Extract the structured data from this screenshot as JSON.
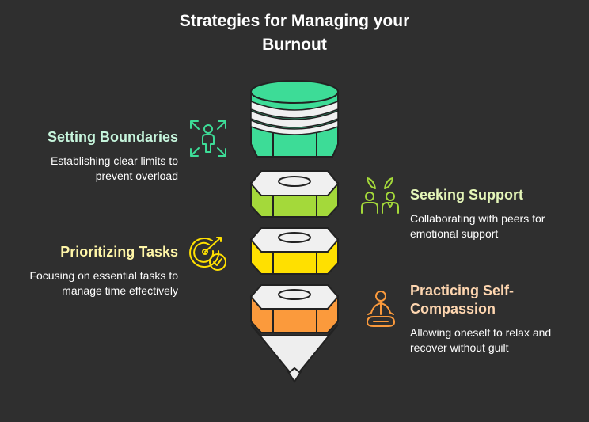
{
  "title": {
    "line1": "Strategies for Managing your",
    "line2": "Burnout"
  },
  "items": [
    {
      "heading": "Setting Boundaries",
      "desc_line1": "Establishing clear limits to",
      "desc_line2": "prevent overload",
      "color": "#3ddc97",
      "icon": "expand-person-icon"
    },
    {
      "heading": "Seeking Support",
      "desc_line1": "Collaborating with peers for",
      "desc_line2": "emotional support",
      "color": "#a4d93a",
      "icon": "people-talking-icon"
    },
    {
      "heading": "Prioritizing Tasks",
      "desc_line1": "Focusing on essential tasks to",
      "desc_line2": "manage time effectively",
      "color": "#ffe000",
      "icon": "target-check-icon"
    },
    {
      "heading": "Practicing Self-",
      "heading_line2": "Compassion",
      "desc_line1": "Allowing oneself to relax and",
      "desc_line2": "recover without guilt",
      "color": "#fb9a3c",
      "icon": "meditation-icon"
    }
  ],
  "colors": {
    "background": "#2f2f2f",
    "stack_top": "#f0f0f0",
    "green": "#3ddc97",
    "lime": "#a4d93a",
    "yellow": "#ffe000",
    "orange": "#fb9a3c",
    "tip": "#eeeeee"
  }
}
